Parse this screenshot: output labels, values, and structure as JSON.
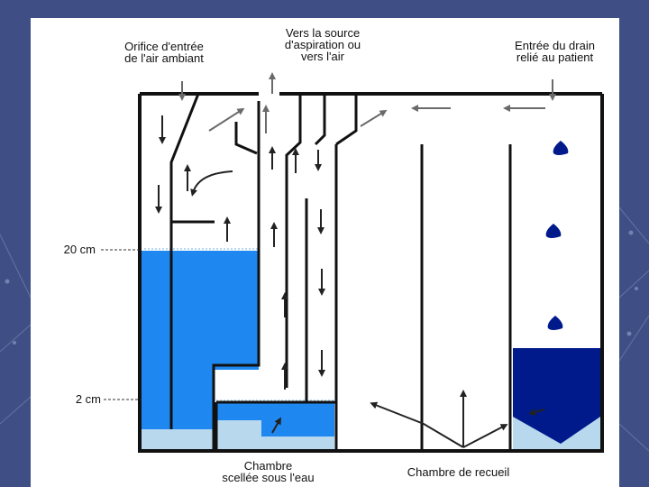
{
  "labels": {
    "orifice": "Orifice d'entrée\nde l'air ambiant",
    "source": "Vers la source\nd'aspiration ou\nvers l'air",
    "drain": "Entrée du drain\nrelié au patient",
    "level_20": "20 cm",
    "level_2": "2 cm",
    "chambre_eau": "Chambre\nscellée sous l'eau",
    "chambre_recueil": "Chambre de recueil"
  },
  "colors": {
    "background": "#3f4f86",
    "panel": "#ffffff",
    "water_blue": "#1e88f0",
    "water_light": "#b8d8ee",
    "fluid_dark": "#001a8c",
    "wall": "#111111",
    "arrow_gray": "#555555"
  },
  "icons": [
    "drop-icon",
    "arrow-icon"
  ]
}
